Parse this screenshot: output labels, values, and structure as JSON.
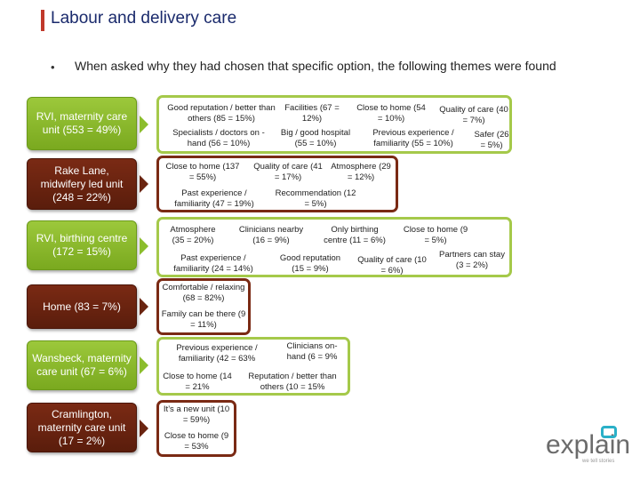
{
  "title": "Labour and delivery care",
  "intro": "When asked why they had chosen that specific option, the following themes were found",
  "bullet": "•",
  "rows": [
    {
      "label": "RVI, maternity care unit (553 = 49%)",
      "themes": [
        "Good reputation / better than others (85 = 15%)",
        "Facilities (67 = 12%)",
        "Close to home (54 = 10%)",
        "Quality of care (40 = 7%)",
        "Specialists / doctors on - hand (56 = 10%)",
        "Big / good hospital (55 = 10%)",
        "Previous experience / familiarity (55 = 10%)",
        "Safer (26 = 5%)"
      ]
    },
    {
      "label": "Rake Lane, midwifery led unit (248 = 22%)",
      "themes": [
        "Close to home (137 = 55%)",
        "Quality of care (41 = 17%)",
        "Atmosphere (29 = 12%)",
        "Past experience / familiarity (47 = 19%)",
        "Recommendation (12 = 5%)"
      ]
    },
    {
      "label": "RVI, birthing centre (172 = 15%)",
      "themes": [
        "Atmosphere (35 = 20%)",
        "Clinicians nearby (16 = 9%)",
        "Only birthing centre (11 = 6%)",
        "Close to home (9 = 5%)",
        "Past experience / familiarity (24 = 14%)",
        "Good reputation (15 = 9%)",
        "Quality of care (10 = 6%)",
        "Partners can stay (3 = 2%)"
      ]
    },
    {
      "label": "Home (83 = 7%)",
      "themes": [
        "Comfortable / relaxing (68 = 82%)",
        "Family can be there (9 = 11%)"
      ]
    },
    {
      "label": "Wansbeck, maternity care unit (67 = 6%)",
      "themes": [
        "Previous experience / familiarity (42 = 63%",
        "Clinicians on- hand (6 = 9%",
        "Close to home (14 = 21%",
        "Reputation / better than others (10 = 15%"
      ]
    },
    {
      "label": "Cramlington, maternity care unit (17 = 2%)",
      "themes": [
        "It’s a new unit (10 = 59%)",
        "Close to home (9 = 53%"
      ]
    }
  ],
  "logo": {
    "text": "explain",
    "tagline": "we tell stories"
  },
  "colors": {
    "green": "#8bbd2c",
    "brown": "#6a2410",
    "title": "#1a2a6c",
    "accent_red": "#c0392b",
    "logo_teal": "#2ab0c8"
  }
}
